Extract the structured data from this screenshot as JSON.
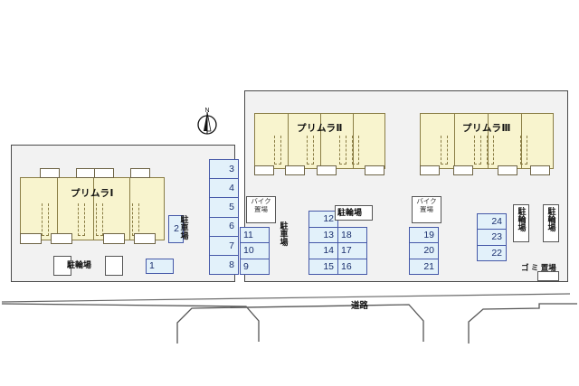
{
  "plan": {
    "title": "",
    "compass_label": "N",
    "road_label": "道路",
    "colors": {
      "building_fill": "#f8f4ce",
      "building_stroke": "#8a7d45",
      "parcel_fill": "#f2f2f2",
      "parcel_stroke": "#4a4a4a",
      "stall_fill": "#e2f1fa",
      "stall_stroke": "#4558a8",
      "stall_text": "#1a2f6e",
      "page_bg": "#ffffff"
    }
  },
  "buildings": [
    {
      "name": "プリムラⅠ",
      "units": 4
    },
    {
      "name": "プリムラⅡ",
      "units": 4
    },
    {
      "name": "プリムラⅢ",
      "units": 4
    }
  ],
  "labels": {
    "parking": "駐車場",
    "bicycle": "駐輪場",
    "motorcycle_line1": "バイク",
    "motorcycle_line2": "置場",
    "trash": "ゴ ミ 置場"
  },
  "stall_groups": [
    {
      "id": "group-west-single",
      "align": "left",
      "numbers": [
        "1"
      ]
    },
    {
      "id": "group-west-upright",
      "align": "right",
      "numbers": [
        "2"
      ]
    },
    {
      "id": "group-center-main",
      "align": "right",
      "numbers": [
        "3",
        "4",
        "5",
        "6",
        "7",
        "8"
      ]
    },
    {
      "id": "group-center-left",
      "align": "left",
      "numbers": [
        "11",
        "10",
        "9"
      ]
    },
    {
      "id": "group-center-mid",
      "align": "right",
      "numbers": [
        "12",
        "13",
        "14",
        "15"
      ]
    },
    {
      "id": "group-center-right",
      "align": "left",
      "numbers": [
        "18",
        "17",
        "16"
      ]
    },
    {
      "id": "group-east-left",
      "align": "right",
      "numbers": [
        "19",
        "20",
        "21"
      ]
    },
    {
      "id": "group-east-right",
      "align": "right",
      "numbers": [
        "24",
        "23",
        "22"
      ]
    }
  ]
}
